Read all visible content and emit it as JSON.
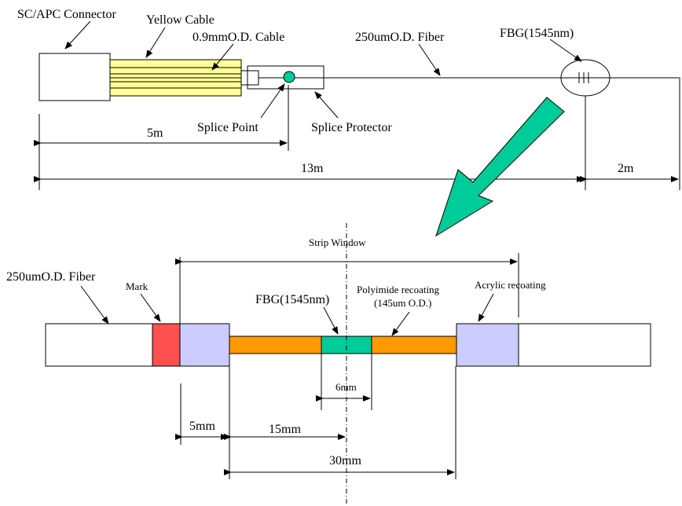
{
  "top": {
    "connector_label": "SC/APC Connector",
    "yellow_cable_label": "Yellow Cable",
    "cable_09_label": "0.9mmO.D. Cable",
    "fiber_label": "250umO.D. Fiber",
    "fbg_label": "FBG(1545nm)",
    "splice_point_label": "Splice Point",
    "splice_protector_label": "Splice Protector",
    "dim_5m": "5m",
    "dim_13m": "13m",
    "dim_2m": "2m"
  },
  "bottom": {
    "strip_window_label": "Strip Window",
    "fiber_label": "250umO.D. Fiber",
    "mark_label": "Mark",
    "fbg_label": "FBG(1545nm)",
    "polyimide_label_1": "Polyimide recoating",
    "polyimide_label_2": "(145um O.D.)",
    "acrylic_label": "Acrylic recoating",
    "dim_6mm": "6mm",
    "dim_5mm": "5mm",
    "dim_15mm": "15mm",
    "dim_30mm": "30mm"
  },
  "colors": {
    "yellow_cable": "#ffff99",
    "splice_point": "#00cc99",
    "arrow": "#00cc99",
    "mark": "#ff5050",
    "acrylic": "#ccccff",
    "polyimide": "#ff9900",
    "fbg": "#00cc99"
  }
}
